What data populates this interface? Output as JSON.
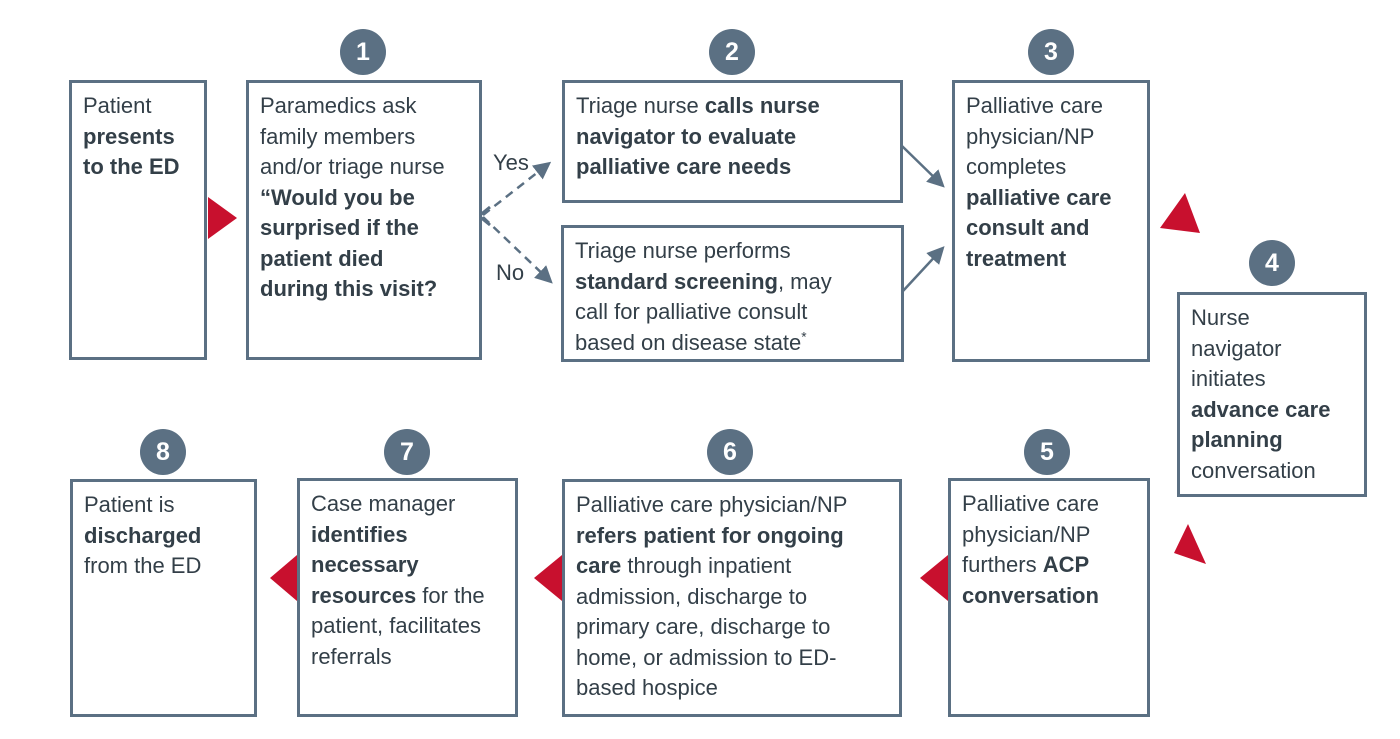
{
  "diagram": {
    "colors": {
      "box_border": "#5b7083",
      "text": "#333f48",
      "step_circle_bg": "#5b7083",
      "step_number": "#ffffff",
      "flow_arrow": "#c8102e",
      "connector": "#5b7083",
      "background": "#ffffff"
    },
    "start_box": {
      "segments": [
        {
          "t": "Patient\n"
        },
        {
          "t": "presents\nto the ED",
          "b": true
        }
      ]
    },
    "screening_box": {
      "segments": [
        {
          "t": "Triage nurse performs\n"
        },
        {
          "t": "standard screening",
          "b": true
        },
        {
          "t": ", may\ncall for palliative consult\nbased on disease state"
        },
        {
          "t": "*",
          "sup": true
        }
      ]
    },
    "branch_labels": {
      "yes": "Yes",
      "no": "No"
    },
    "steps": [
      {
        "number": "1",
        "segments": [
          {
            "t": "Paramedics ask\nfamily members\nand/or triage nurse\n"
          },
          {
            "t": "“Would you be\nsurprised if the\npatient died\nduring this visit?",
            "b": true
          }
        ]
      },
      {
        "number": "2",
        "segments": [
          {
            "t": "Triage nurse "
          },
          {
            "t": "calls nurse\nnavigator to evaluate\npalliative care needs",
            "b": true
          }
        ]
      },
      {
        "number": "3",
        "segments": [
          {
            "t": "Palliative care\nphysician/NP\ncompletes\n"
          },
          {
            "t": "palliative care\nconsult and\ntreatment",
            "b": true
          }
        ]
      },
      {
        "number": "4",
        "segments": [
          {
            "t": "Nurse\nnavigator\ninitiates\n"
          },
          {
            "t": "advance care\nplanning",
            "b": true
          },
          {
            "t": "\nconversation"
          }
        ]
      },
      {
        "number": "5",
        "segments": [
          {
            "t": "Palliative care\nphysician/NP\nfurthers "
          },
          {
            "t": "ACP\nconversation",
            "b": true
          }
        ]
      },
      {
        "number": "6",
        "segments": [
          {
            "t": "Palliative care physician/NP\n"
          },
          {
            "t": "refers patient for ongoing\ncare",
            "b": true
          },
          {
            "t": " through inpatient\nadmission, discharge to\nprimary care, discharge to\nhome, or admission to ED-\nbased hospice"
          }
        ]
      },
      {
        "number": "7",
        "segments": [
          {
            "t": "Case manager\n"
          },
          {
            "t": "identifies\nnecessary\nresources",
            "b": true
          },
          {
            "t": " for the\npatient, facilitates\nreferrals"
          }
        ]
      },
      {
        "number": "8",
        "segments": [
          {
            "t": "Patient is\n"
          },
          {
            "t": "discharged",
            "b": true
          },
          {
            "t": "\nfrom the ED"
          }
        ]
      }
    ]
  }
}
